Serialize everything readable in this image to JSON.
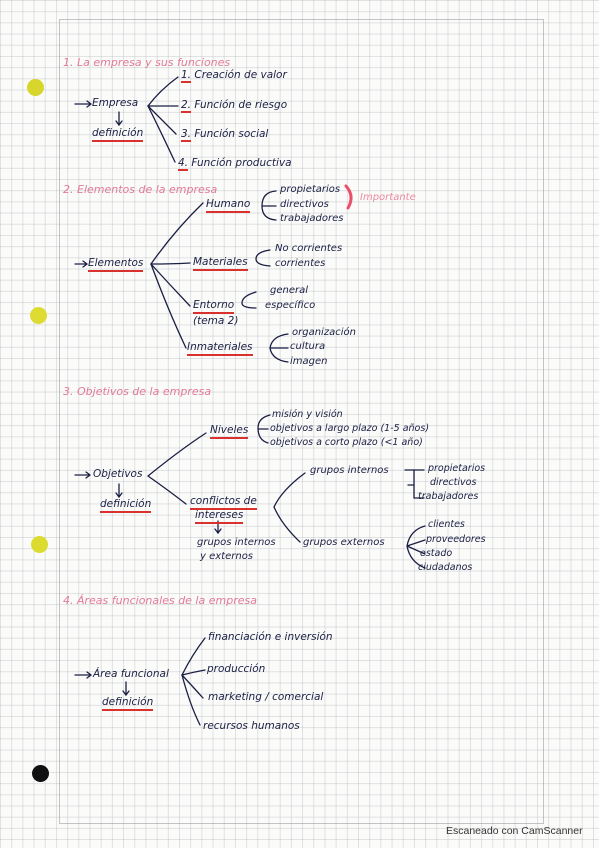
{
  "colors": {
    "ink": "#1b1f44",
    "title": "#e27a98",
    "underline": "#d9322e",
    "note": "#ec8aa3",
    "hole_yellow": "#e3e334",
    "hole_black": "#111111"
  },
  "s1": {
    "title": "1. La empresa y sus funciones",
    "root": "Empresa",
    "def": "definición",
    "items": [
      "Creación de valor",
      "Función de riesgo",
      "Función social",
      "Función productiva"
    ],
    "nums": [
      "1.",
      "2.",
      "3.",
      "4."
    ]
  },
  "s2": {
    "title": "2. Elementos de la empresa",
    "root": "Elementos",
    "humano": "Humano",
    "humano_items": [
      "propietarios",
      "directivos",
      "trabajadores"
    ],
    "note": "Importante",
    "materiales": "Materiales",
    "materiales_items": [
      "No corrientes",
      "corrientes"
    ],
    "entorno": "Entorno",
    "tema": "(tema 2)",
    "entorno_items": [
      "general",
      "específico"
    ],
    "inmateriales": "Inmateriales",
    "inmateriales_items": [
      "organización",
      "cultura",
      "imagen"
    ]
  },
  "s3": {
    "title": "3. Objetivos de la empresa",
    "root": "Objetivos",
    "def": "definición",
    "niveles": "Niveles",
    "niveles_items": [
      "misión y visión",
      "objetivos a largo plazo (1-5 años)",
      "objetivos a corto plazo (<1 año)"
    ],
    "conflictos_1": "conflictos de",
    "conflictos_2": "intereses",
    "grupos_1": "grupos internos",
    "grupos_2": "y externos",
    "internos": "grupos internos",
    "internos_items": [
      "propietarios",
      "directivos",
      "trabajadores"
    ],
    "externos": "grupos externos",
    "externos_items": [
      "clientes",
      "proveedores",
      "estado",
      "ciudadanos"
    ]
  },
  "s4": {
    "title": "4. Áreas funcionales de la empresa",
    "root": "Área funcional",
    "def": "definición",
    "items": [
      "financiación e inversión",
      "producción",
      "marketing / comercial",
      "recursos humanos"
    ]
  },
  "footer": "Escaneado con CamScanner"
}
